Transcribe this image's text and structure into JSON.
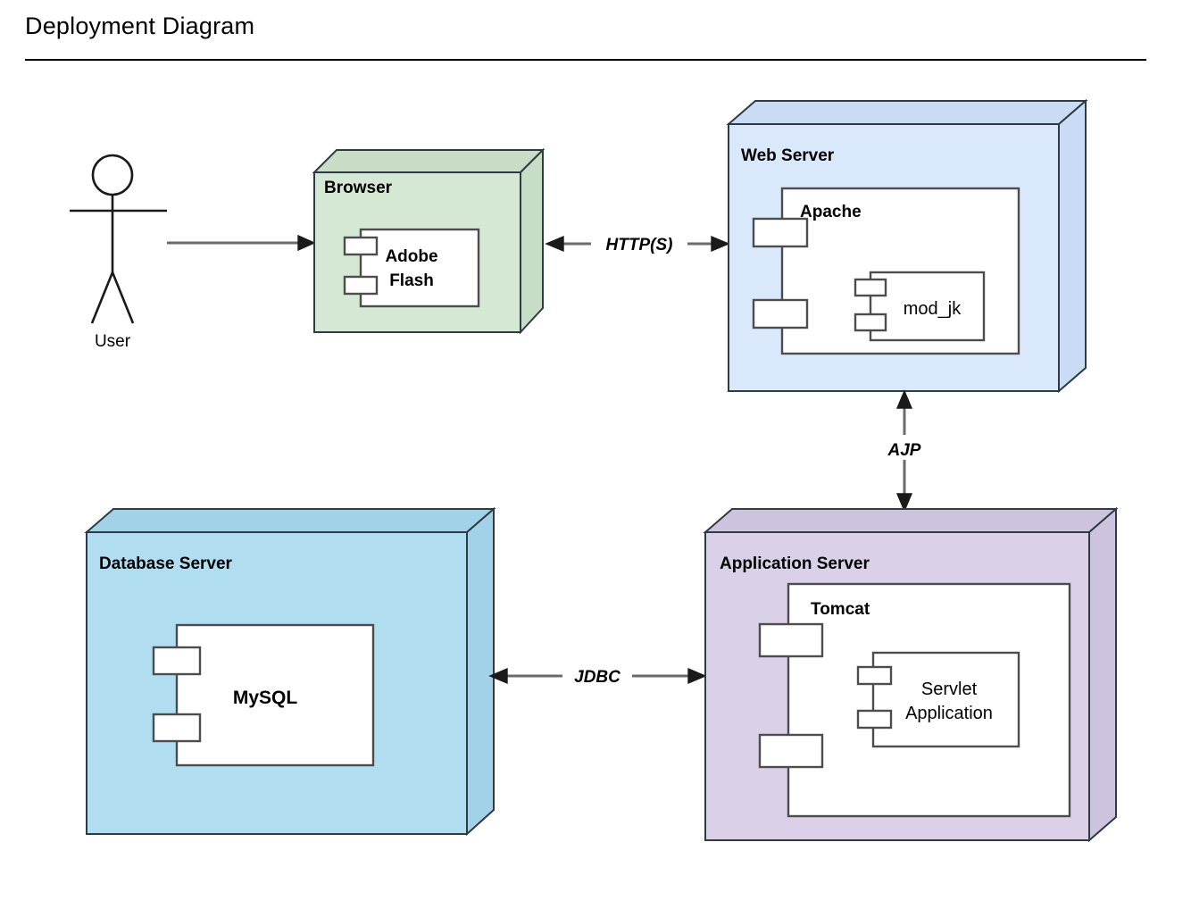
{
  "page": {
    "title": "Deployment Diagram",
    "background": "#ffffff"
  },
  "colors": {
    "browser_node": "#d5e8d4",
    "browser_node_shade": "#c7ddc6",
    "web_server_node": "#dae8fc",
    "web_server_node_shade": "#c9dbf5",
    "database_server_node": "#b1ddf0",
    "database_server_node_shade": "#a2d2e8",
    "application_server_node": "#dad1e8",
    "application_server_node_shade": "#cdc3df",
    "component_fill": "#ffffff",
    "node_stroke": "#2f3b42",
    "component_stroke": "#4d4d4d",
    "edge_stroke": "#6b6b6b",
    "text": "#000000"
  },
  "actor": {
    "name": "user-actor",
    "label": "User",
    "type": "stick-figure"
  },
  "nodes": [
    {
      "id": "browser",
      "label": "Browser",
      "fill": "#d5e8d4",
      "components": [
        {
          "id": "adobe-flash",
          "label": "Adobe Flash",
          "lines": [
            "Adobe",
            "Flash"
          ],
          "bold": true,
          "align": "center"
        }
      ]
    },
    {
      "id": "web-server",
      "label": "Web Server",
      "fill": "#dae8fc",
      "components": [
        {
          "id": "apache",
          "label": "Apache",
          "lines": [
            "Apache"
          ],
          "bold": true,
          "align": "top-left",
          "components": [
            {
              "id": "mod-jk",
              "label": "mod_jk",
              "lines": [
                "mod_jk"
              ],
              "bold": false,
              "align": "center"
            }
          ]
        }
      ]
    },
    {
      "id": "database-server",
      "label": "Database Server",
      "fill": "#b1ddf0",
      "components": [
        {
          "id": "mysql",
          "label": "MySQL",
          "lines": [
            "MySQL"
          ],
          "bold": true,
          "align": "center"
        }
      ]
    },
    {
      "id": "application-server",
      "label": "Application Server",
      "fill": "#dad1e8",
      "components": [
        {
          "id": "tomcat",
          "label": "Tomcat",
          "lines": [
            "Tomcat"
          ],
          "bold": true,
          "align": "top-left",
          "components": [
            {
              "id": "servlet-application",
              "label": "Servlet Application",
              "lines": [
                "Servlet",
                "Application"
              ],
              "bold": false,
              "align": "center"
            }
          ]
        }
      ]
    }
  ],
  "edges": [
    {
      "id": "user-to-browser",
      "label": "",
      "from": "user-actor",
      "to": "browser",
      "arrows": "single",
      "orientation": "horizontal"
    },
    {
      "id": "browser-to-web-server",
      "label": "HTTP(S)",
      "from": "browser",
      "to": "web-server",
      "arrows": "double",
      "orientation": "horizontal"
    },
    {
      "id": "web-server-to-application-server",
      "label": "AJP",
      "from": "web-server",
      "to": "application-server",
      "arrows": "double",
      "orientation": "vertical"
    },
    {
      "id": "database-server-to-application-server",
      "label": "JDBC",
      "from": "database-server",
      "to": "application-server",
      "arrows": "double",
      "orientation": "horizontal"
    }
  ]
}
